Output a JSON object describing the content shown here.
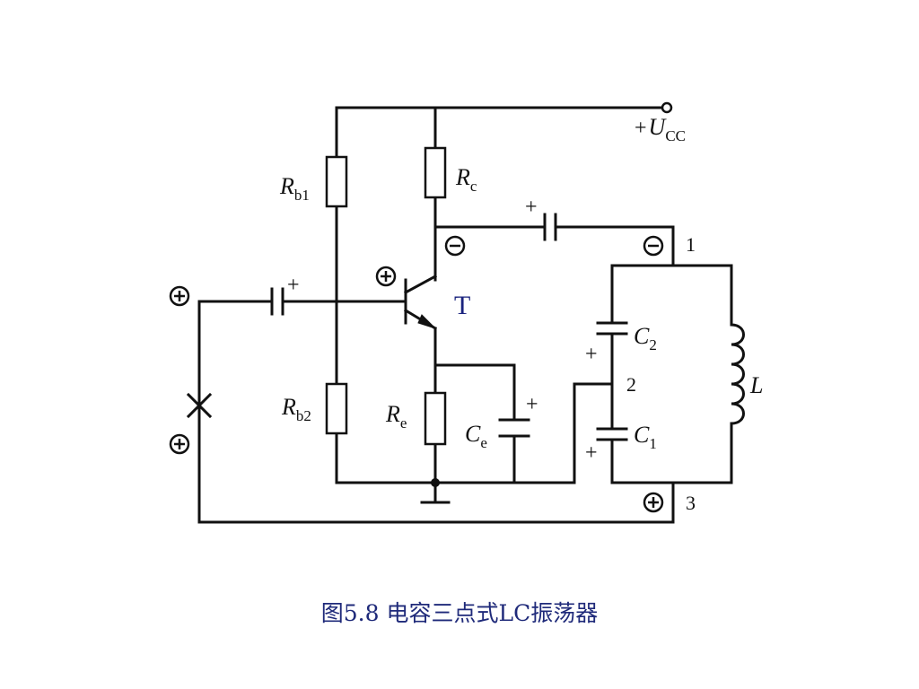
{
  "caption": "图5.8 电容三点式LC振荡器",
  "labels": {
    "ucc_prefix": "+",
    "ucc_main": "U",
    "ucc_sub": "CC",
    "rb1_main": "R",
    "rb1_sub": "b1",
    "rb2_main": "R",
    "rb2_sub": "b2",
    "rc_main": "R",
    "rc_sub": "c",
    "re_main": "R",
    "re_sub": "e",
    "ce_main": "C",
    "ce_sub": "e",
    "c1_main": "C",
    "c1_sub": "1",
    "c2_main": "C",
    "c2_sub": "2",
    "l_main": "L",
    "transistor": "T",
    "node1": "1",
    "node2": "2",
    "node3": "3",
    "plus": "+"
  }
}
